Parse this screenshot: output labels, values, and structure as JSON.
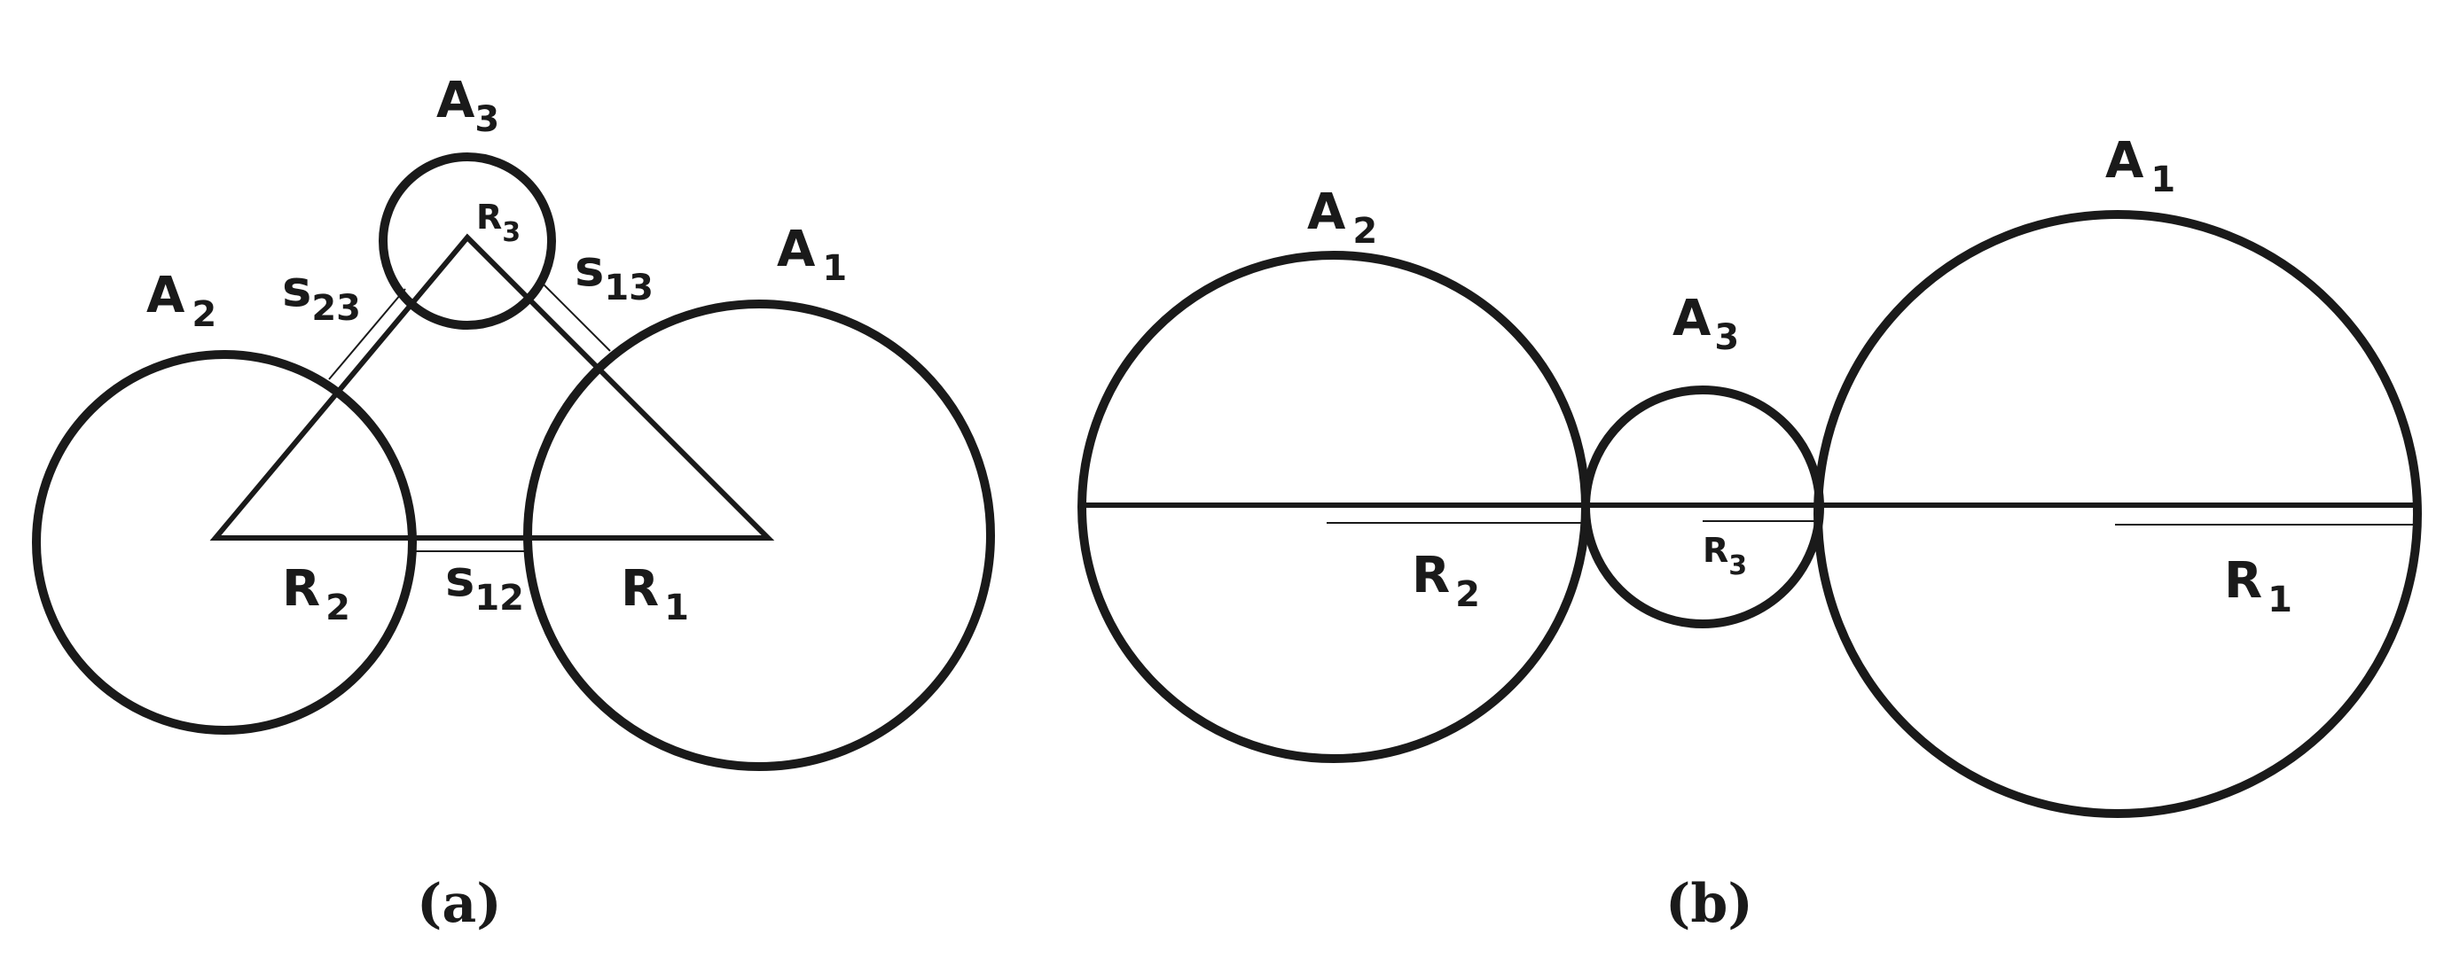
{
  "panel_a": {
    "caption": "(a)",
    "labels": {
      "A1": {
        "base": "A",
        "sub": "1"
      },
      "A2": {
        "base": "A",
        "sub": "2"
      },
      "A3": {
        "base": "A",
        "sub": "3"
      },
      "R1": {
        "base": "R",
        "sub": "1"
      },
      "R2": {
        "base": "R",
        "sub": "2"
      },
      "R3": {
        "base": "R",
        "sub": "3"
      },
      "s12": {
        "base": "s",
        "sub": "12"
      },
      "s13": {
        "base": "s",
        "sub": "13"
      },
      "s23": {
        "base": "s",
        "sub": "23"
      }
    }
  },
  "panel_b": {
    "caption": "(b)",
    "labels": {
      "A1": {
        "base": "A",
        "sub": "1"
      },
      "A2": {
        "base": "A",
        "sub": "2"
      },
      "A3": {
        "base": "A",
        "sub": "3"
      },
      "R1": {
        "base": "R",
        "sub": "1"
      },
      "R2": {
        "base": "R",
        "sub": "2"
      },
      "R3": {
        "base": "R",
        "sub": "3"
      }
    }
  }
}
